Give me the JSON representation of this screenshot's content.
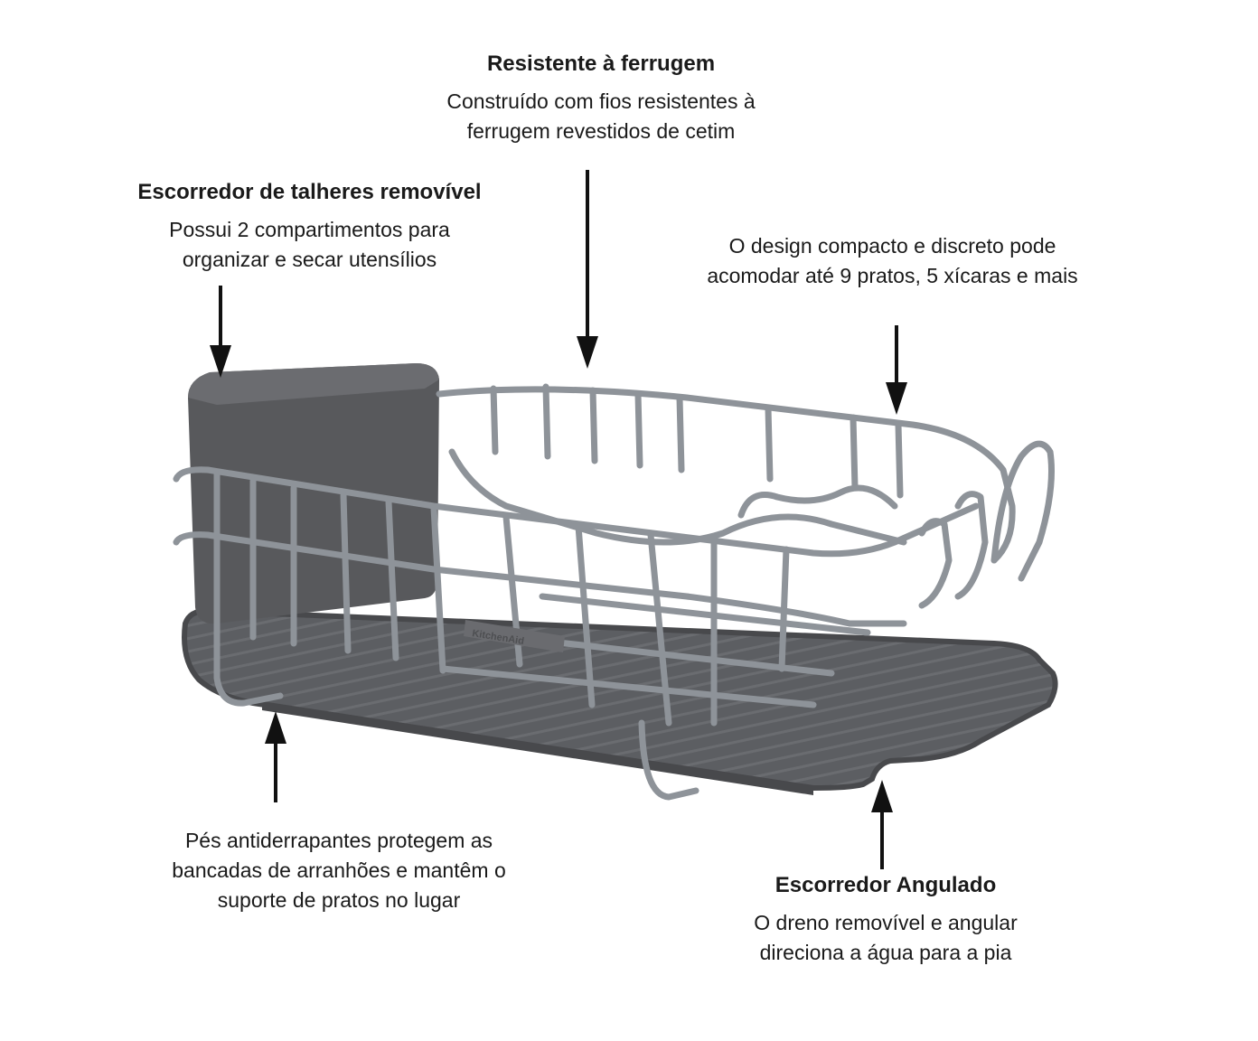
{
  "callouts": {
    "rust": {
      "title": "Resistente à ferrugem",
      "desc": "Construído com fios resistentes à\nferrugem revestidos de cetim"
    },
    "cutlery": {
      "title": "Escorredor de talheres removível",
      "desc": "Possui 2 compartimentos para\norganizar e secar utensílios"
    },
    "compact": {
      "desc": "O design compacto e discreto pode\nacomodar até 9 pratos, 5 xícaras e mais"
    },
    "feet": {
      "desc": "Pés antiderrapantes protegem as\nbancadas de arranhões e mantêm o\nsuporte de pratos no lugar"
    },
    "drain": {
      "title": "Escorredor Angulado",
      "desc": "O dreno removível e angular\ndireciona a água para a pia"
    }
  },
  "product": {
    "brand_label": "KitchenAid"
  },
  "colors": {
    "wire": "#8e9399",
    "wire_shadow": "#6f747a",
    "tray": "#5c5e62",
    "tray_dark": "#48494c",
    "caddy": "#58595c",
    "arrow": "#111111"
  }
}
